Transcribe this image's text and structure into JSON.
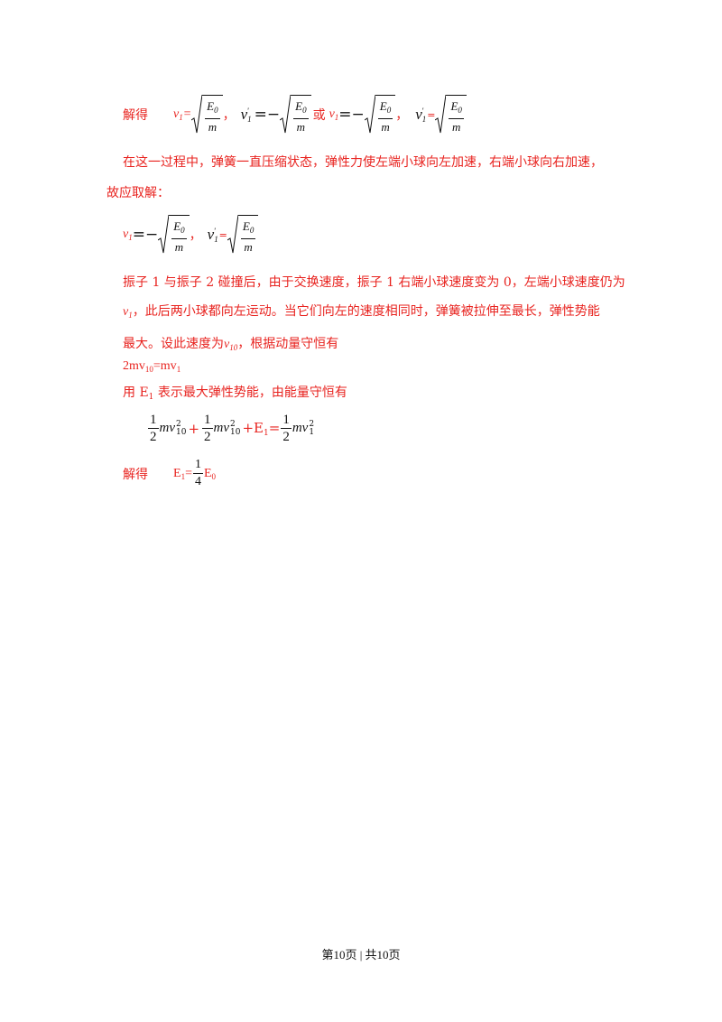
{
  "line1": {
    "solve_label": "解得",
    "sep1": "，",
    "or": "或",
    "sep2": "，"
  },
  "para1": {
    "text1": "在这一过程中，弹簧一直压缩状态，弹性力使左端小球向左加速，右端小球向右加速，",
    "text2": "故应取解："
  },
  "para2": {
    "text1a": "振子 1 与振子 2 碰撞后，由于交换速度，振子 1 右端小球速度变为 0，左端小球速度仍为",
    "text2b": "，此后两小球都向左运动。当它们向左的速度相同时，弹簧被拉伸至最长，弹性势能",
    "text3a": "最大。设此速度为",
    "text3b": "，根据动量守恒有"
  },
  "momentum": {
    "eq": "2mv",
    "mid": "=mv"
  },
  "energy_intro": {
    "text_a": "用 E",
    "text_b": " 表示最大弹性势能，由能量守恒有"
  },
  "result": {
    "solve_label": "解得",
    "lhs": "E",
    "rhs": "E"
  },
  "footer": {
    "page_text": "第10页  | 共10页"
  }
}
